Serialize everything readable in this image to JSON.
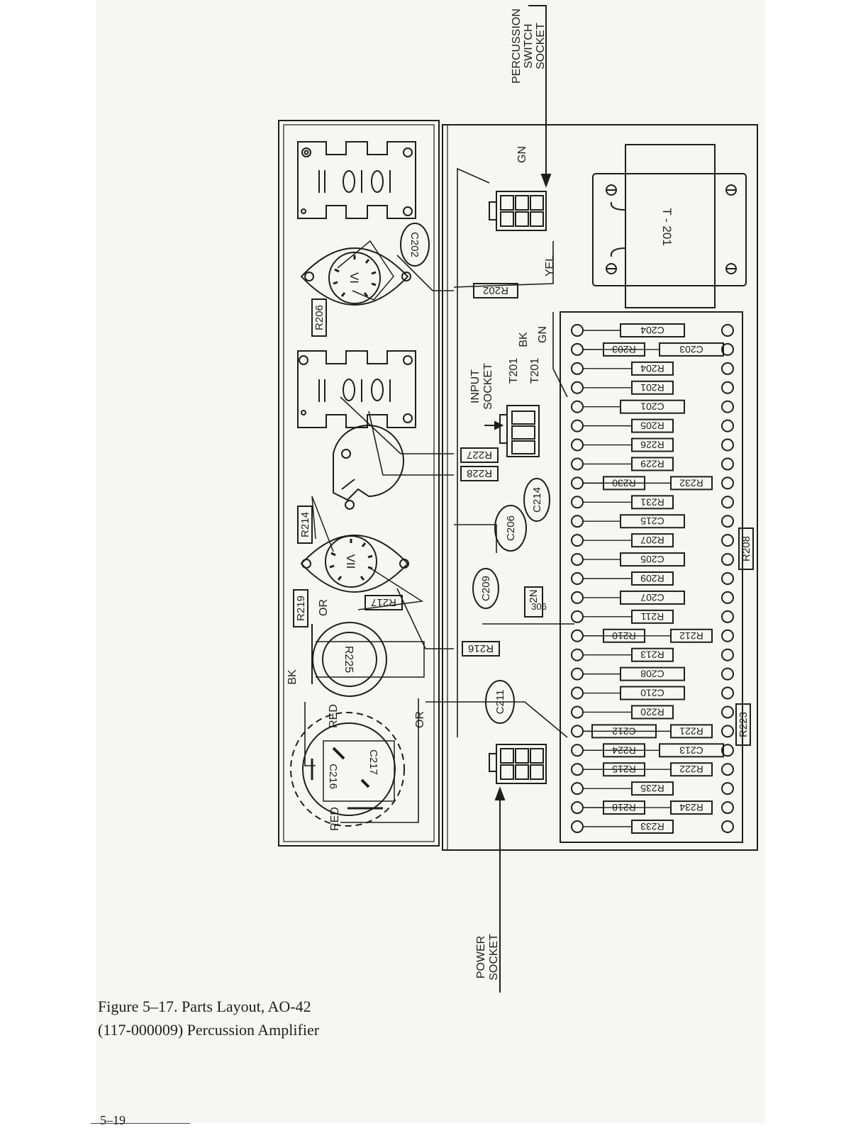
{
  "caption": {
    "line1": "Figure 5–17. Parts Layout, AO-42",
    "line2": "(117-000009) Percussion Amplifier"
  },
  "page_number": "5–19",
  "sockets": {
    "percussion_switch": [
      "PERCUSSION",
      "SWITCH",
      "SOCKET"
    ],
    "input": [
      "INPUT",
      "SOCKET"
    ],
    "power": [
      "POWER",
      "SOCKET"
    ]
  },
  "wires": {
    "gn": "GN",
    "yel": "YEL",
    "bk": "BK",
    "or": "OR",
    "red": "RED",
    "t201": "T201"
  },
  "components": {
    "t201": "T - 201",
    "v1": "VI",
    "v2": "VII",
    "transistor": [
      "2N",
      "306"
    ],
    "r202": "R202",
    "r206": "R206",
    "r214": "R214",
    "r219": "R219",
    "r217": "R217",
    "r225": "R225",
    "r227": "R227",
    "r228": "R228",
    "r216": "R216",
    "r208": "R208",
    "r223": "R223",
    "c202": "C202",
    "c206": "C206",
    "c209": "C209",
    "c211": "C211",
    "c214": "C214",
    "c216": "C216",
    "c217": "C217"
  },
  "board_rows": [
    [
      "C204"
    ],
    [
      "R203",
      "C203"
    ],
    [
      "R204"
    ],
    [
      "R201"
    ],
    [
      "C201"
    ],
    [
      "R205"
    ],
    [
      "R226"
    ],
    [
      "R229"
    ],
    [
      "R230",
      "R232"
    ],
    [
      "R231"
    ],
    [
      "C215"
    ],
    [
      "R207"
    ],
    [
      "C205"
    ],
    [
      "R209"
    ],
    [
      "C207"
    ],
    [
      "R211"
    ],
    [
      "R210",
      "R212"
    ],
    [
      "R213"
    ],
    [
      "C208"
    ],
    [
      "C210"
    ],
    [
      "R220"
    ],
    [
      "C212",
      "R221"
    ],
    [
      "R224",
      "C213"
    ],
    [
      "R215",
      "R222"
    ],
    [
      "R235"
    ],
    [
      "R218",
      "R234"
    ],
    [
      "R233"
    ]
  ],
  "colors": {
    "ink": "#1e1e1e",
    "paper": "#f6f6f4"
  }
}
